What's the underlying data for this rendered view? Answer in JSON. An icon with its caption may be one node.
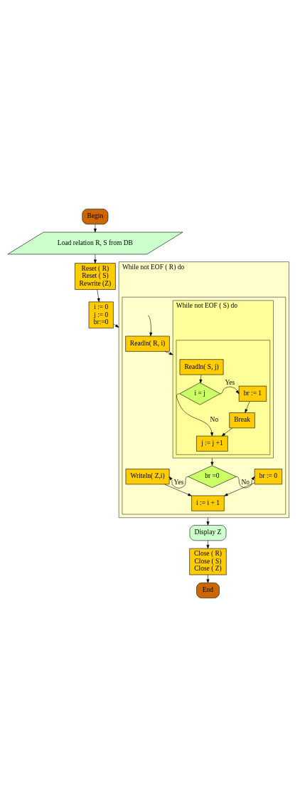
{
  "diagram": {
    "nodes": [
      {
        "text": [
          "Begin"
        ]
      },
      {
        "text": [
          "Load relation R, S from DB"
        ]
      },
      {
        "text": [
          "Reset ( R)",
          "Reset ( S)",
          "Rewrite (Z)"
        ]
      },
      {
        "text": [
          "i := 0",
          "j := 0",
          "br:=0"
        ]
      },
      {
        "text": [
          "While not EOF ( R) do"
        ]
      },
      {
        "text": [],
        "shape": "box",
        "in": 4
      },
      {
        "text": [
          "Readln( R, i)"
        ],
        "in": 5
      },
      {
        "text": [
          "While not EOF ( S) do"
        ],
        "in": 5
      },
      {
        "text": [],
        "shape": "box",
        "in": 7
      },
      {
        "text": [
          "Readln( S, j)"
        ],
        "in": 8
      },
      {
        "text": [
          "i = j"
        ],
        "in": 8
      },
      {
        "text": [
          "br := 1"
        ],
        "in": 8
      },
      {
        "text": [
          "Break"
        ],
        "in": 8
      },
      {
        "text": [
          "j := j +1"
        ],
        "in": 8
      },
      {
        "text": [
          "br =0"
        ],
        "in": 5
      },
      {
        "text": [
          "Writeln( Z,i)"
        ],
        "in": 5
      },
      {
        "text": [
          "br := 0"
        ],
        "in": 5
      },
      {
        "text": [
          "i := i + 1"
        ],
        "in": 5
      },
      {
        "text": [
          "Display Z"
        ]
      },
      {
        "text": [
          "Close ( R)",
          "Close ( S)",
          "Close ( Z)"
        ]
      },
      {
        "text": [
          "End"
        ]
      }
    ],
    "edges": [
      {
        "from": 0,
        "to": 1,
        "arrow": "to"
      },
      {
        "from": 1,
        "to": 2,
        "arrow": "to"
      },
      {
        "from": 2,
        "to": 3,
        "arrow": "to"
      },
      {
        "from": 3,
        "to": 4,
        "arrow": "to"
      },
      {
        "from": null,
        "to": 6,
        "arrow": "to"
      },
      {
        "from": 6,
        "to": 7,
        "arrow": "to"
      },
      {
        "from": 9,
        "to": 10,
        "arrow": "to"
      },
      {
        "from": 10,
        "to": 11,
        "arrow": "to",
        "label": "Yes"
      },
      {
        "from": 10,
        "to": 13,
        "arrow": "to",
        "label": "No"
      },
      {
        "from": 11,
        "to": 12,
        "arrow": "to"
      },
      {
        "from": 12,
        "to": 13,
        "arrow": "to"
      },
      {
        "from": 7,
        "to": 14,
        "arrow": "to"
      },
      {
        "from": 14,
        "to": 15,
        "arrow": "to",
        "label": "Yes"
      },
      {
        "from": 14,
        "to": 16,
        "arrow": "to",
        "label": "No"
      },
      {
        "from": 15,
        "to": 17,
        "arrow": "to"
      },
      {
        "from": 16,
        "to": 17,
        "arrow": "to"
      },
      {
        "from": 4,
        "to": 18,
        "arrow": "to"
      },
      {
        "from": 18,
        "to": 19,
        "arrow": "to"
      },
      {
        "from": 19,
        "to": 20,
        "arrow": "to"
      }
    ]
  }
}
